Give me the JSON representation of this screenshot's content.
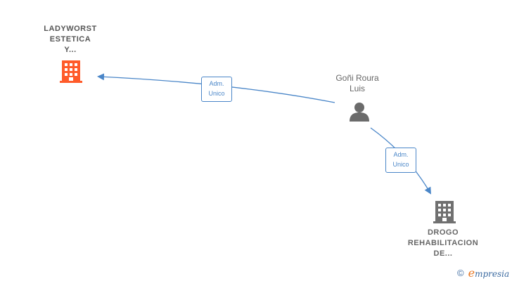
{
  "nodes": {
    "company_top": {
      "lines": [
        "LADYWORST",
        "ESTETICA",
        "Y..."
      ],
      "color": "#ff5b2a"
    },
    "person": {
      "lines": [
        "Goñi Roura",
        "Luis"
      ],
      "color": "#6b6b6b"
    },
    "company_bottom": {
      "lines": [
        "DROGO",
        "REHABILITACION",
        "DE..."
      ],
      "color": "#707070"
    }
  },
  "edges": [
    {
      "label_lines": [
        "Adm.",
        "Unico"
      ],
      "color": "#4a86c8"
    },
    {
      "label_lines": [
        "Adm.",
        "Unico"
      ],
      "color": "#4a86c8"
    }
  ],
  "footer": {
    "copyright_symbol": "©",
    "brand_initial": "e",
    "brand_rest": "mpresia"
  }
}
